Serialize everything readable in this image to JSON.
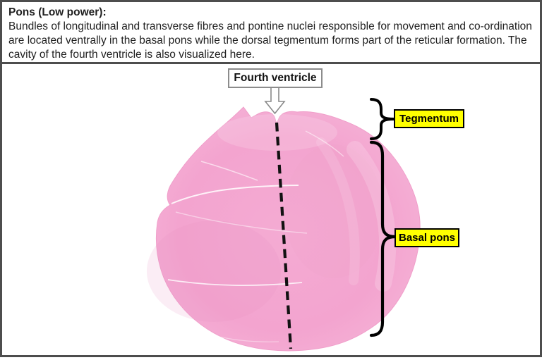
{
  "header": {
    "title": "Pons (Low power):",
    "body": "Bundles of longitudinal and transverse fibres and pontine nuclei responsible for movement and co-ordination are located ventrally in the basal pons while the dorsal tegmentum forms part of the reticular formation. The cavity of the fourth ventricle is also visualized here."
  },
  "figure": {
    "fourth_ventricle_label": "Fourth ventricle",
    "tegmentum_label": "Tegmentum",
    "basal_pons_label": "Basal pons",
    "colors": {
      "tissue_pink": "#F3A5CF",
      "tissue_light_pink": "#F8CAE3",
      "tissue_deep_pink": "#E98FC2",
      "highlight_yellow": "#FFFF00",
      "callout_border_gray": "#8C8C8C",
      "frame_border_gray": "#4D4D4D",
      "annotation_black": "#000000"
    }
  }
}
